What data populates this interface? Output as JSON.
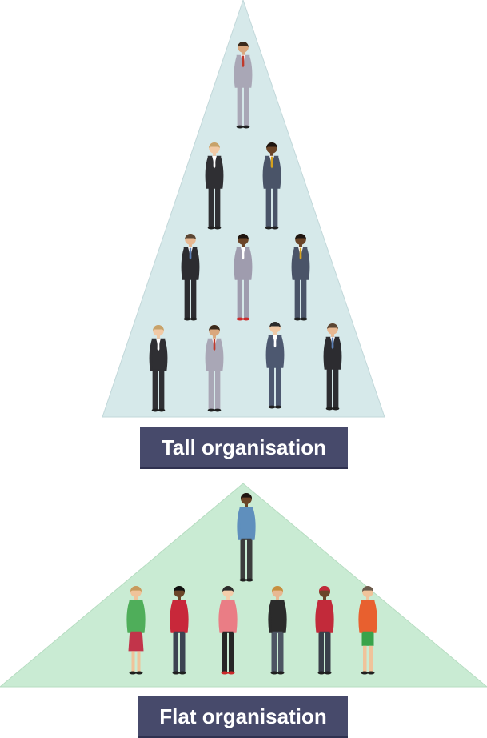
{
  "tall": {
    "label": "Tall organisation",
    "fill": "#d6e9ea",
    "levels": [
      [
        "suit-grey-man"
      ],
      [
        "suit-black-woman",
        "suit-navy-man"
      ],
      [
        "suit-black-man",
        "suit-grey-woman",
        "suit-navy-man"
      ],
      [
        "suit-black-woman",
        "suit-grey-man",
        "suit-navy-woman",
        "suit-black-man"
      ]
    ]
  },
  "flat": {
    "label": "Flat organisation",
    "fill": "#c9ebd3",
    "levels": [
      [
        "casual-blue-woman"
      ],
      [
        "green-top-woman",
        "red-top-man",
        "pink-top-woman",
        "black-top-man",
        "red-cap-man",
        "orange-top-man"
      ]
    ]
  },
  "colors": {
    "label_bg": "#474a6b",
    "label_text": "#ffffff"
  }
}
